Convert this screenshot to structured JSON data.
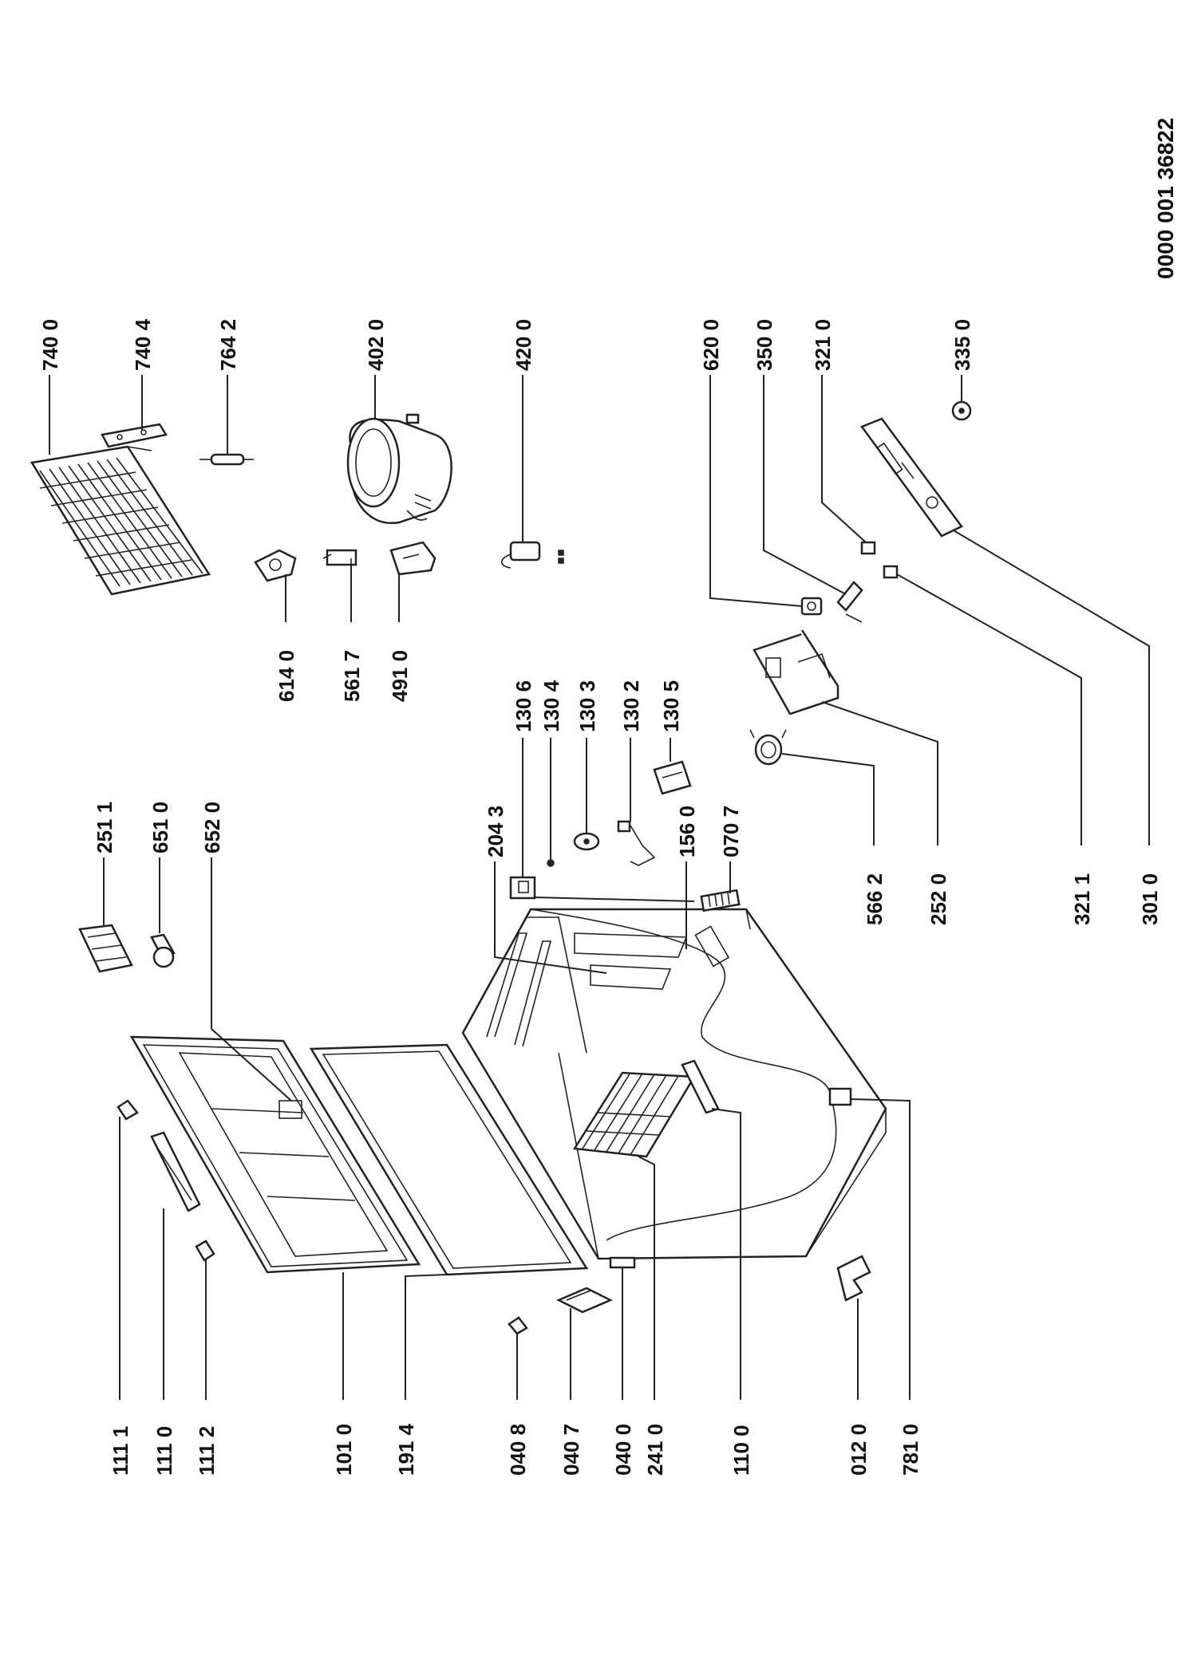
{
  "drawing_code": "0000 001 36822",
  "labels": {
    "p740_0": "740 0",
    "p740_4": "740 4",
    "p764_2": "764 2",
    "p402_0": "402 0",
    "p420_0": "420 0",
    "p620_0": "620 0",
    "p350_0": "350 0",
    "p321_0": "321 0",
    "p335_0": "335 0",
    "p614_0": "614 0",
    "p561_7": "561 7",
    "p491_0": "491 0",
    "p130_6": "130 6",
    "p130_4": "130 4",
    "p130_3": "130 3",
    "p130_2": "130 2",
    "p130_5": "130 5",
    "p251_1": "251 1",
    "p651_0": "651 0",
    "p652_0": "652 0",
    "p204_3": "204 3",
    "p156_0": "156 0",
    "p070_7": "070 7",
    "p566_2": "566 2",
    "p252_0": "252 0",
    "p321_1": "321 1",
    "p301_0": "301 0",
    "p111_1": "111 1",
    "p111_0": "111 0",
    "p111_2": "111 2",
    "p101_0": "101 0",
    "p191_4": "191 4",
    "p040_8": "040 8",
    "p040_7": "040 7",
    "p040_0": "040 0",
    "p241_0": "241 0",
    "p110_0": "110 0",
    "p012_0": "012 0",
    "p781_0": "781 0"
  }
}
